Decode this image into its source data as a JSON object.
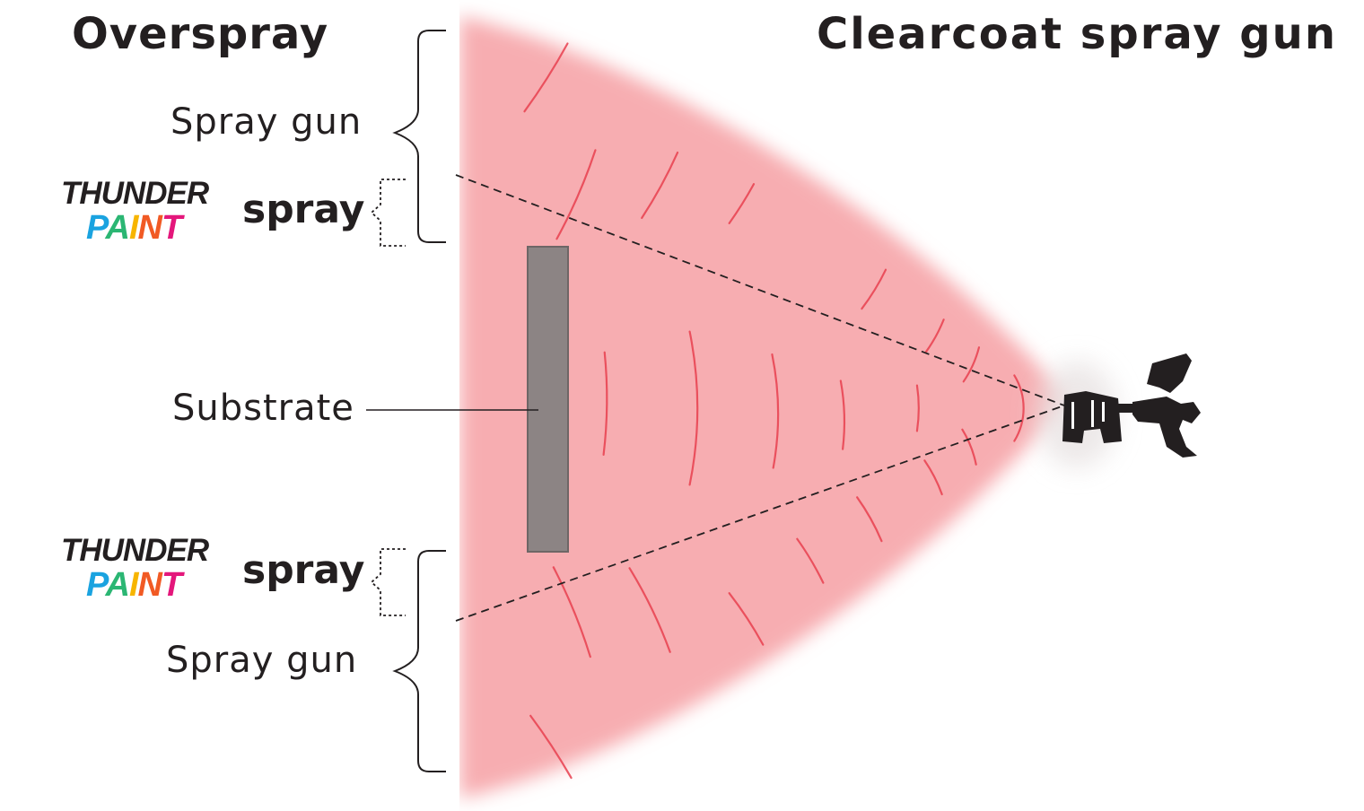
{
  "headings": {
    "left": "Overspray",
    "right": "Clearcoat spray gun"
  },
  "labels": {
    "spray_gun_top": "Spray gun",
    "spray_gun_bottom": "Spray gun",
    "substrate": "Substrate",
    "spray_word_top": "spray",
    "spray_word_bottom": "spray"
  },
  "logo": {
    "line1": "THUNDER",
    "line2_letters": [
      "P",
      "A",
      "I",
      "N",
      "T"
    ],
    "line2_colors": [
      "#1aa3e0",
      "#2bb673",
      "#f7b500",
      "#f15a24",
      "#e4177b"
    ]
  },
  "colors": {
    "spray_fan": "#f7a9ad",
    "spray_streaks": "#e8404f",
    "substrate": "#8c8484",
    "text": "#231f20"
  },
  "icons": {
    "gun": "spray-gun-icon",
    "brace": "curly-brace-icon",
    "dotted_brace": "dotted-bracket-icon"
  }
}
